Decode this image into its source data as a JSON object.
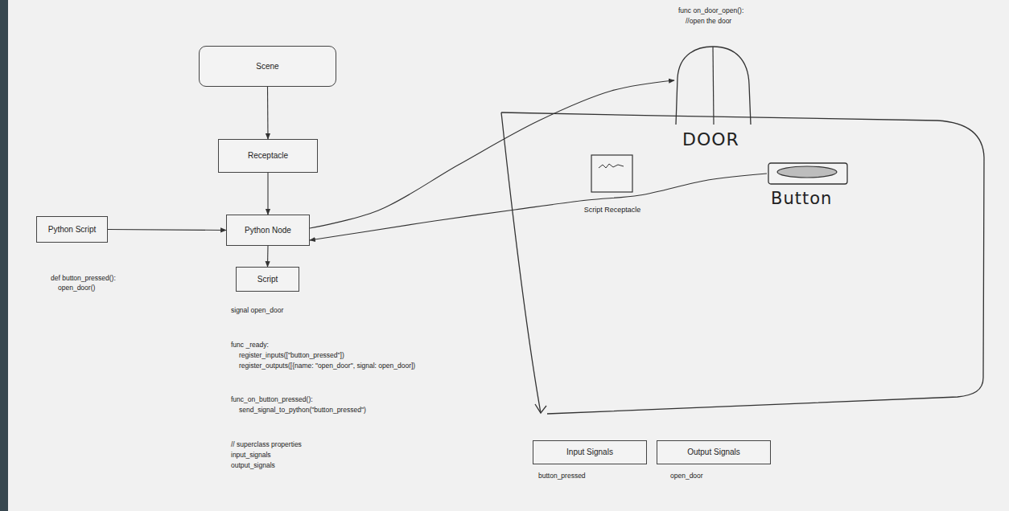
{
  "diagram": {
    "nodes": [
      {
        "text": [
          "Scene"
        ]
      },
      {
        "text": [
          "Receptacle"
        ]
      },
      {
        "text": [
          "Python Script"
        ]
      },
      {
        "text": [
          "Python Node"
        ]
      },
      {
        "text": [
          "Script"
        ]
      },
      {
        "text": [
          "DOOR"
        ]
      },
      {
        "text": [
          "Script Receptacle"
        ]
      },
      {
        "text": [
          "Button"
        ]
      },
      {
        "text": [
          "Input Signals"
        ]
      },
      {
        "text": [
          "Output Signals"
        ]
      }
    ],
    "edges": [
      {
        "from": 0,
        "to": 1,
        "arrow": "to"
      },
      {
        "from": 1,
        "to": 3,
        "arrow": "to"
      },
      {
        "from": 2,
        "to": 3,
        "arrow": "to"
      },
      {
        "from": 3,
        "to": 4,
        "arrow": "to"
      },
      {
        "from": 3,
        "to": 5,
        "arrow": "to"
      },
      {
        "from": 7,
        "to": 3,
        "arrow": "to"
      }
    ],
    "labels": [
      "func on_door_open():",
      "//open the door",
      "def button_pressed():",
      "open_door()",
      "signal open_door",
      "func _ready:",
      "register_inputs([\"button_pressed\"])",
      "register_outputs([{name: \"open_door\", signal: open_door])",
      "func_on_button_pressed():",
      "send_signal_to_python(\"button_pressed\")",
      "// superclass properties",
      "input_signals",
      "output_signals",
      "button_pressed",
      "open_door"
    ]
  }
}
